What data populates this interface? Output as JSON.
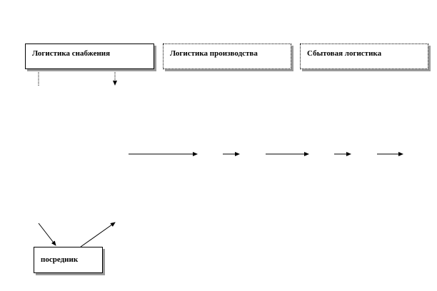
{
  "diagram": {
    "boxes": {
      "supply": "Логистика снабжения",
      "production": "Логистика производства",
      "sales": "Сбытовая логистика",
      "intermediary": "посредник"
    },
    "colors": {
      "line": "#000000",
      "shadow": "#9a9a9a",
      "background": "#ffffff"
    }
  }
}
